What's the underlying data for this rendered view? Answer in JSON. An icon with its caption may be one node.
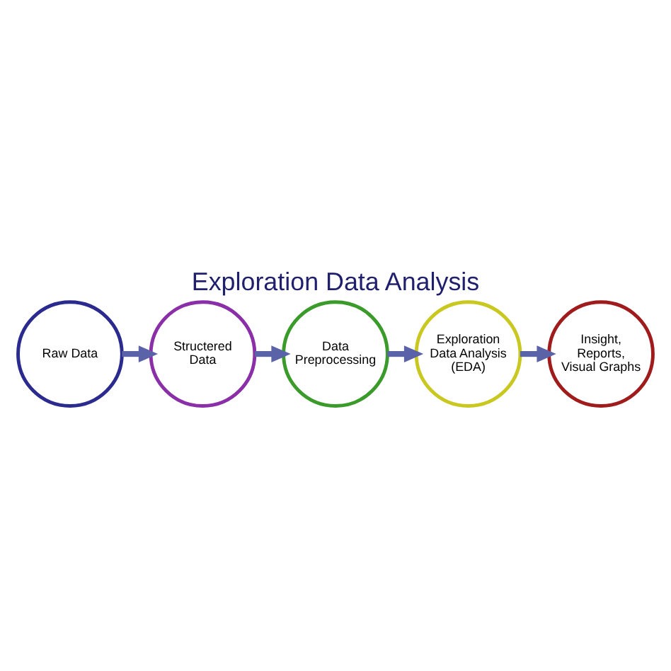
{
  "diagram": {
    "title": "Exploration Data Analysis",
    "nodes": [
      {
        "text": [
          "Raw Data"
        ]
      },
      {
        "text": [
          "Structered Data"
        ]
      },
      {
        "text": [
          "Data Preprocessing"
        ]
      },
      {
        "text": [
          "Exploration Data Analysis (EDA)"
        ]
      },
      {
        "text": [
          "Insight, Reports, Visual Graphs"
        ]
      }
    ],
    "edges": [
      {
        "from": 0,
        "to": 1,
        "arrow": "to"
      },
      {
        "from": 1,
        "to": 2,
        "arrow": "to"
      },
      {
        "from": 2,
        "to": 3,
        "arrow": "to"
      },
      {
        "from": 3,
        "to": 4,
        "arrow": "to"
      }
    ]
  }
}
